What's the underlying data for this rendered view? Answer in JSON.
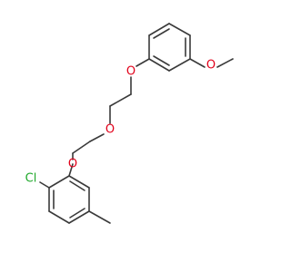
{
  "molecule": {
    "atoms": [
      {
        "id": "O1",
        "label": "O",
        "color": "#e2001a"
      },
      {
        "id": "O2",
        "label": "O",
        "color": "#e2001a"
      },
      {
        "id": "O3",
        "label": "O",
        "color": "#e2001a"
      },
      {
        "id": "O4",
        "label": "O",
        "color": "#e2001a"
      },
      {
        "id": "Cl1",
        "label": "Cl",
        "color": "#1fa82b"
      }
    ]
  },
  "colors": {
    "bond": "#3a3a3a",
    "oxygen": "#e2001a",
    "chlorine": "#1fa82b",
    "background": "#ffffff"
  }
}
